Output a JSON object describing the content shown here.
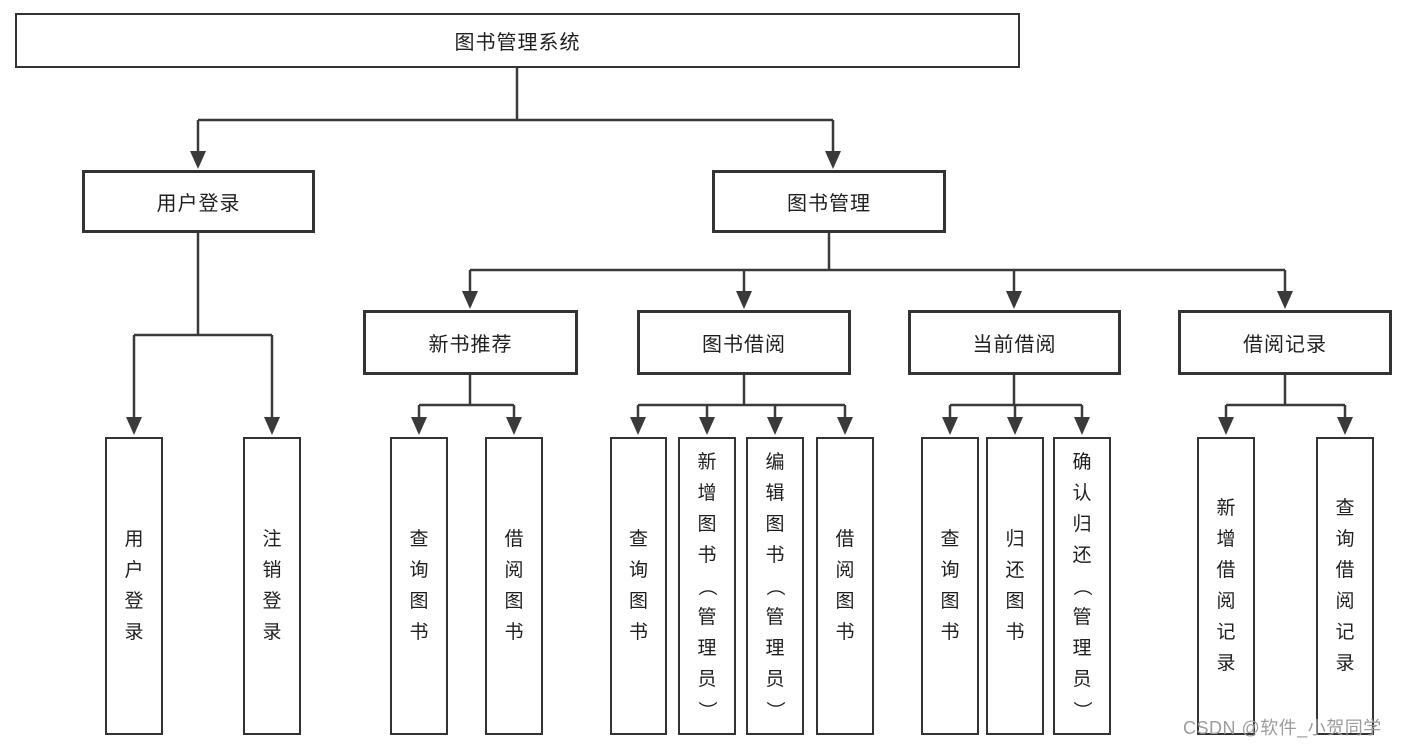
{
  "diagram": {
    "watermark": "CSDN @软件_小贺同学",
    "colors": {
      "line": "#3a3a3a",
      "box_border": "#333333",
      "text": "#1f1f1f",
      "background": "#ffffff",
      "watermark": "#9c9c9c"
    },
    "nodes": {
      "root": {
        "label": "图书管理系统"
      },
      "user_login": {
        "label": "用户登录"
      },
      "book_mgmt": {
        "label": "图书管理"
      },
      "new_book_rec": {
        "label": "新书推荐"
      },
      "book_borrow": {
        "label": "图书借阅"
      },
      "current_borrow": {
        "label": "当前借阅"
      },
      "borrow_records": {
        "label": "借阅记录"
      },
      "leaf_user_login": {
        "label": "用户登录"
      },
      "leaf_logout": {
        "label": "注销登录"
      },
      "leaf_rec_query_book": {
        "label": "查询图书"
      },
      "leaf_rec_borrow_book": {
        "label": "借阅图书"
      },
      "leaf_bb_query_book": {
        "label": "查询图书"
      },
      "leaf_bb_add_book": {
        "label": "新增图书（管理员）"
      },
      "leaf_bb_edit_book": {
        "label": "编辑图书（管理员）"
      },
      "leaf_bb_borrow_book": {
        "label": "借阅图书"
      },
      "leaf_cb_query_book": {
        "label": "查询图书"
      },
      "leaf_cb_return_book": {
        "label": "归还图书"
      },
      "leaf_cb_confirm_return": {
        "label": "确认归还（管理员）"
      },
      "leaf_br_add_record": {
        "label": "新增借阅记录"
      },
      "leaf_br_query_record": {
        "label": "查询借阅记录"
      }
    }
  }
}
